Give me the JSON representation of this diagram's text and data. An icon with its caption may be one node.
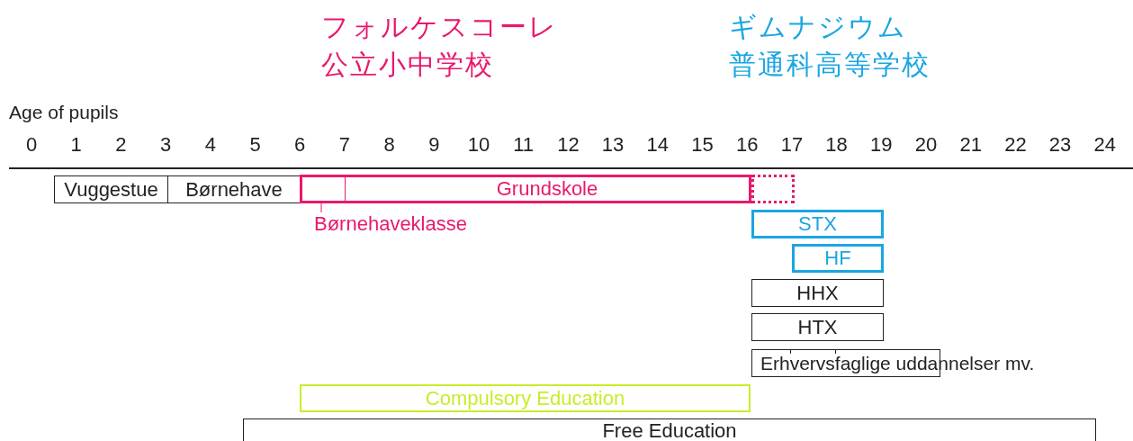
{
  "diagram": {
    "nodes": [
      {
        "text": [
          "Vuggestue"
        ]
      },
      {
        "text": [
          "Børnehave"
        ]
      },
      {
        "text": [
          "Grundskole"
        ]
      },
      {
        "text": [],
        "shape": "box",
        "in": 2
      },
      {
        "text": [
          "Børnehaveklasse"
        ]
      },
      {
        "text": [],
        "shape": "box"
      },
      {
        "text": [
          "STX"
        ]
      },
      {
        "text": [
          "HF"
        ]
      },
      {
        "text": [
          "HHX"
        ]
      },
      {
        "text": [
          "HTX"
        ]
      },
      {
        "text": [
          "Erhvervsfaglige uddannelser mv."
        ]
      },
      {
        "text": [
          "Compulsory Education"
        ]
      },
      {
        "text": [
          "Free Education"
        ]
      }
    ],
    "edges": [
      {
        "from": 4,
        "to": 3,
        "arrow": "none"
      }
    ],
    "labels": [
      "フォルケスコーレ",
      "ギムナジウム",
      "公立小中学校",
      "普通科高等学校",
      "Age of pupils",
      "0",
      "1",
      "2",
      "3",
      "4",
      "5",
      "6",
      "7",
      "8",
      "9",
      "10",
      "11",
      "12",
      "13",
      "14",
      "15",
      "16",
      "17",
      "18",
      "19",
      "20",
      "21",
      "22",
      "23",
      "24"
    ]
  }
}
